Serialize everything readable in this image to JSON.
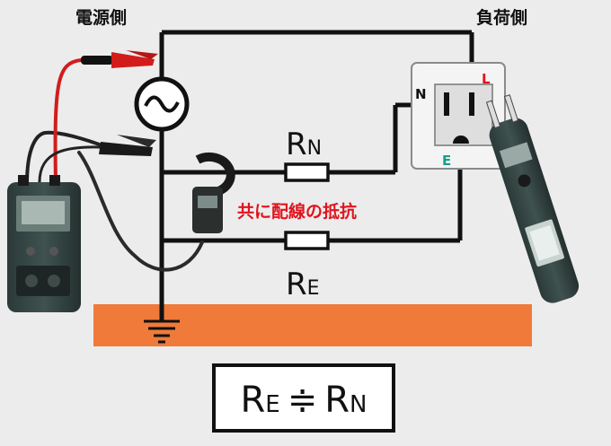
{
  "labels": {
    "source_side": "電源側",
    "load_side": "負荷側",
    "both_wiring_resistance": "共に配線の抵抗",
    "terminal_l": "L",
    "terminal_n": "N",
    "terminal_e": "E",
    "rn_main": "R",
    "rn_sub": "N",
    "re_main": "R",
    "re_sub": "E"
  },
  "formula": {
    "left_main": "R",
    "left_sub": "E",
    "op": "≑",
    "right_main": "R",
    "right_sub": "N"
  },
  "colors": {
    "background": "#ececec",
    "wire": "#111111",
    "ground_bar": "#f07a3a",
    "red_text": "#e0141e",
    "green_text": "#16a08a"
  }
}
